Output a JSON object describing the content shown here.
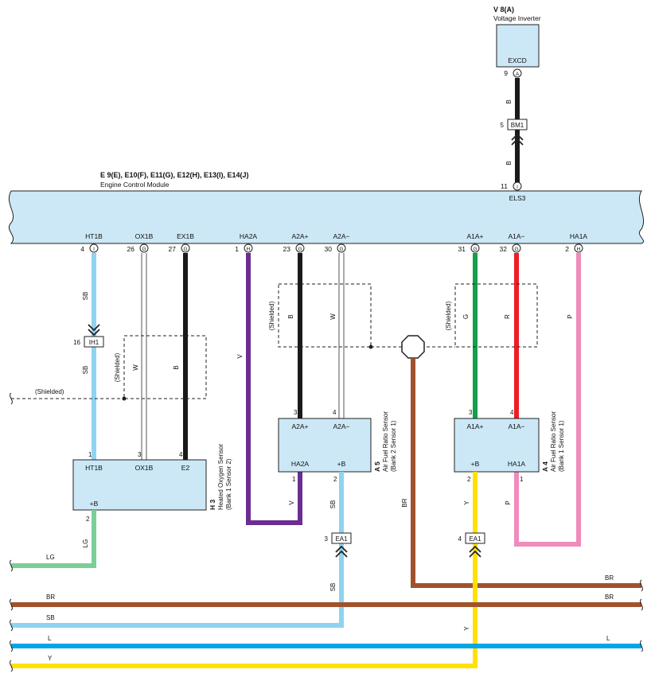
{
  "top_component": {
    "ref": "V 8(A)",
    "name": "Voltage Inverter",
    "terminal_label": "EXCD",
    "pin_number": "9",
    "pin_letter": "A"
  },
  "ecm": {
    "refs": "E 9(E), E10(F), E11(G), E12(H), E13(I), E14(J)",
    "name": "Engine Control Module",
    "top_pin": {
      "number": "11",
      "letter": "I",
      "label": "ELS3"
    },
    "pins": [
      {
        "label": "HT1B",
        "number": "4",
        "letter": "I"
      },
      {
        "label": "OX1B",
        "number": "26",
        "letter": "G"
      },
      {
        "label": "EX1B",
        "number": "27",
        "letter": "G"
      },
      {
        "label": "HA2A",
        "number": "1",
        "letter": "H"
      },
      {
        "label": "A2A+",
        "number": "23",
        "letter": "G"
      },
      {
        "label": "A2A−",
        "number": "30",
        "letter": "G"
      },
      {
        "label": "A1A+",
        "number": "31",
        "letter": "G"
      },
      {
        "label": "A1A−",
        "number": "32",
        "letter": "G"
      },
      {
        "label": "HA1A",
        "number": "2",
        "letter": "H"
      }
    ]
  },
  "connectors": {
    "bm1": {
      "label": "BM1",
      "pin": "5"
    },
    "ih1": {
      "label": "IH1",
      "pin": "16"
    },
    "ea1_left": {
      "label": "EA1",
      "pin": "3"
    },
    "ea1_right": {
      "label": "EA1",
      "pin": "4"
    }
  },
  "shielded_label": "(Shielded)",
  "sensor_h3": {
    "ref": "H 3",
    "name": "Heated Oxygen Sensor",
    "note": "(Bank 1 Sensor 2)",
    "terminals": [
      "HT1B",
      "OX1B",
      "E2",
      "+B"
    ],
    "pins": [
      "1",
      "3",
      "4",
      "2"
    ]
  },
  "sensor_a5": {
    "ref": "A 5",
    "name": "Air Fuel Ratio Sensor",
    "note": "(Bank 2 Sensor 1)",
    "terminals": [
      "A2A+",
      "A2A−",
      "HA2A",
      "+B"
    ],
    "pins": [
      "3",
      "4",
      "1",
      "2"
    ]
  },
  "sensor_a4": {
    "ref": "A 4",
    "name": "Air Fuel Ratio Sensor",
    "note": "(Bank 1 Sensor 1)",
    "terminals": [
      "A1A+",
      "A1A−",
      "+B",
      "HA1A"
    ],
    "pins": [
      "3",
      "4",
      "2",
      "1"
    ]
  },
  "wire_colors": {
    "b": "B",
    "sb": "SB",
    "w": "W",
    "v": "V",
    "g": "G",
    "r": "R",
    "p": "P",
    "br": "BR",
    "y": "Y",
    "lg": "LG",
    "l": "L"
  },
  "colors": {
    "sb": "#8ed3f0",
    "b": "#1a1a1a",
    "v": "#6a2d91",
    "g": "#12a04a",
    "r": "#ee1c24",
    "p": "#f08bbb",
    "br": "#a0522d",
    "y": "#ffe100",
    "lg": "#7ccf94",
    "l": "#00a6e6",
    "module_fill": "#cce8f6"
  }
}
